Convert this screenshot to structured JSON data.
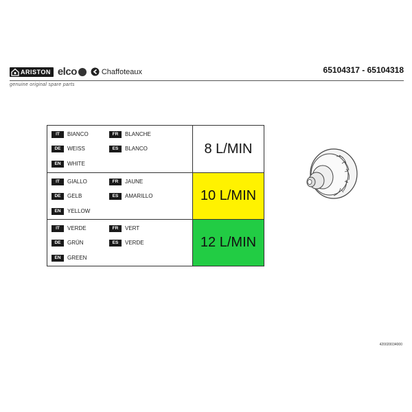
{
  "header": {
    "brand_ariston": "ARISTON",
    "brand_elco": "elco",
    "brand_chaffoteaux": "Chaffoteaux",
    "part_numbers": "65104317 - 65104318",
    "tagline": "genuine original spare parts"
  },
  "table": {
    "rows": [
      {
        "rate": "8 L/MIN",
        "color": "#ffffff",
        "entries": [
          {
            "code": "IT",
            "word": "BIANCO"
          },
          {
            "code": "FR",
            "word": "BLANCHE"
          },
          {
            "code": "DE",
            "word": "WEISS"
          },
          {
            "code": "ES",
            "word": "BLANCO"
          },
          {
            "code": "EN",
            "word": "WHITE"
          }
        ]
      },
      {
        "rate": "10 L/MIN",
        "color": "#fff200",
        "entries": [
          {
            "code": "IT",
            "word": "GIALLO"
          },
          {
            "code": "FR",
            "word": "JAUNE"
          },
          {
            "code": "DE",
            "word": "GELB"
          },
          {
            "code": "ES",
            "word": "AMARILLO"
          },
          {
            "code": "EN",
            "word": "YELLOW"
          }
        ]
      },
      {
        "rate": "12 L/MIN",
        "color": "#22cc44",
        "entries": [
          {
            "code": "IT",
            "word": "VERDE"
          },
          {
            "code": "FR",
            "word": "VERT"
          },
          {
            "code": "DE",
            "word": "GRÜN"
          },
          {
            "code": "ES",
            "word": "VERDE"
          },
          {
            "code": "EN",
            "word": "GREEN"
          }
        ]
      }
    ]
  },
  "product_icon": "flow-limiter-icon",
  "doc_code": "420020034000"
}
